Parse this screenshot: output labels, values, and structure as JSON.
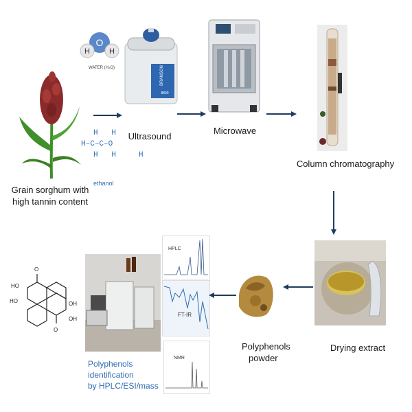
{
  "nodes": {
    "sorghum": {
      "label_line1": "Grain sorghum with",
      "label_line2": "high tannin content"
    },
    "water": {
      "label": "WATER (H₂O)",
      "atom_o": "O",
      "atom_h": "H"
    },
    "ethanol": {
      "label": "ethanol",
      "formula_top": "H   H",
      "formula_mid": "H–C–C–O",
      "formula_bot": "H   H     H"
    },
    "ultrasound": {
      "label": "Ultrasound",
      "brand": "BRANSON",
      "model": "8800"
    },
    "microwave": {
      "label": "Microwave"
    },
    "column": {
      "label": "Column chromatography"
    },
    "drying": {
      "label": "Drying extract"
    },
    "powder": {
      "label_line1": "Polyphenols",
      "label_line2": "powder"
    },
    "identification": {
      "label_line1": "Polyphenols identification",
      "label_line2": "by HPLC/ESI/mass"
    },
    "spectra": {
      "hplc": "HPLC",
      "ftir": "FT-IR",
      "nmr": "NMR"
    },
    "molecule": {
      "oh": "HO",
      "oh2": "OH",
      "o": "O"
    }
  },
  "colors": {
    "arrow": "#1f3a5f",
    "link_text": "#2f6db3",
    "sorghum_head": "#8b2a2a",
    "leaf": "#3f8f2a"
  }
}
